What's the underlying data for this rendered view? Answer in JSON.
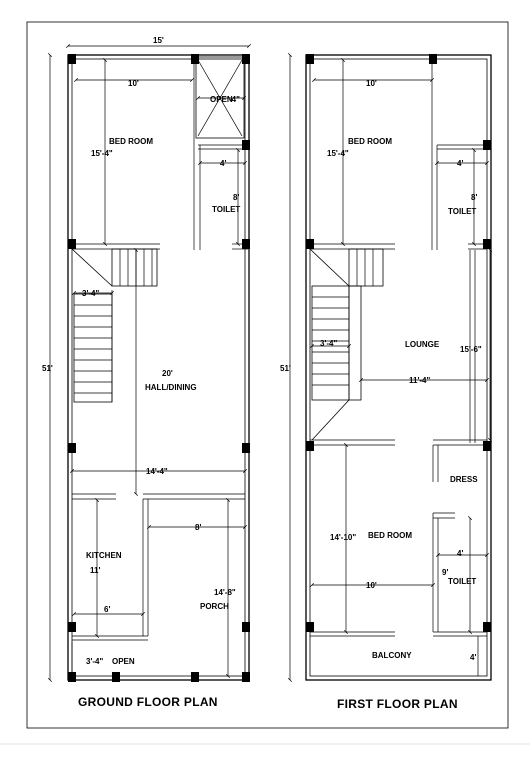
{
  "ground_floor": {
    "title": "GROUND FLOOR PLAN",
    "rooms": {
      "bed_room": "BED ROOM",
      "open": "OPEN",
      "toilet": "TOILET",
      "hall_dining": "HALL/DINING",
      "kitchen": "KITCHEN",
      "porch": "PORCH",
      "open_bottom": "OPEN"
    },
    "dimensions": {
      "overall_width": "15'",
      "overall_length": "51'",
      "bed_width": "10'",
      "open_width": "-4\"",
      "bed_length": "15'-4\"",
      "toilet_width": "4'",
      "toilet_length": "8'",
      "stair_width": "3'-4\"",
      "hall_length": "20'",
      "hall_width": "14'-4\"",
      "porch_width": "8'",
      "kitchen_length": "11'",
      "porch_length": "14'-8\"",
      "kitchen_width": "6'",
      "open_length": "3'-4\""
    }
  },
  "first_floor": {
    "title": "FIRST FLOOR PLAN",
    "rooms": {
      "bed_room": "BED ROOM",
      "toilet": "TOILET",
      "lounge": "LOUNGE",
      "dress": "DRESS",
      "bed_room_2": "BED ROOM",
      "toilet_2": "TOILET",
      "balcony": "BALCONY"
    },
    "dimensions": {
      "overall_length": "51'",
      "bed_width": "10'",
      "bed_length": "15'-4\"",
      "toilet_width": "4'",
      "toilet_length": "8'",
      "stair_width": "3'-4\"",
      "lounge_length": "15'-6\"",
      "lounge_width": "11'-4\"",
      "bed2_length": "14'-10\"",
      "toilet2_width": "4'",
      "toilet2_length": "9'",
      "bed2_width": "10'",
      "balcony_length": "4'"
    }
  }
}
